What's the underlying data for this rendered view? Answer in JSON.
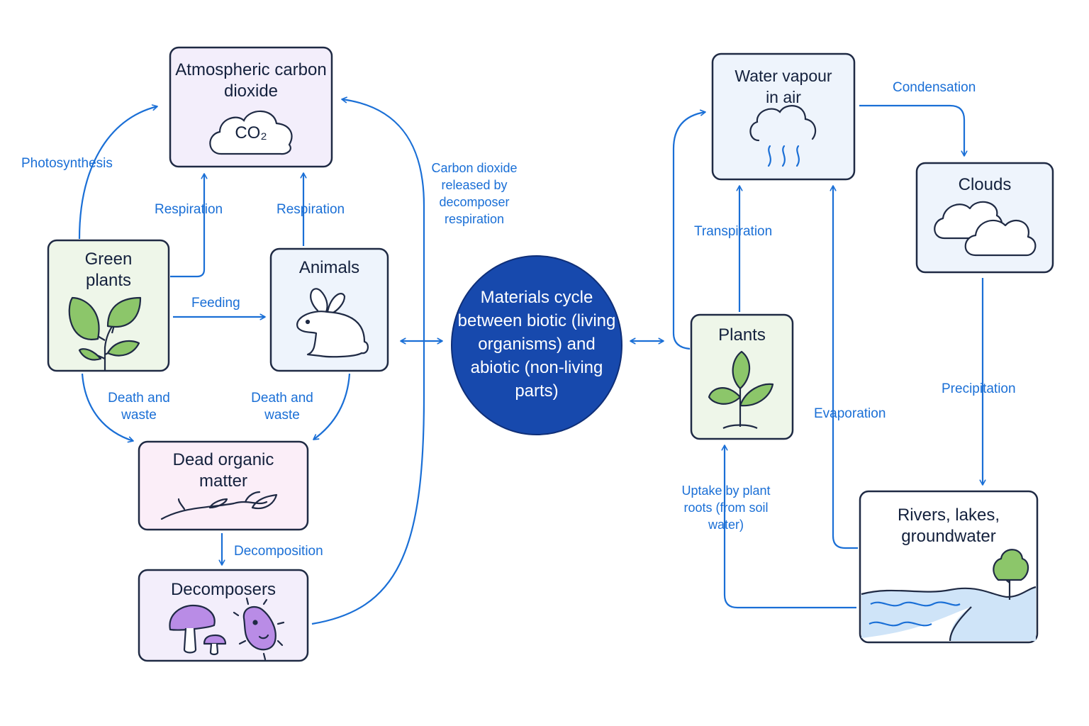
{
  "colors": {
    "arrow": "#1a6fd6",
    "outline": "#1f2a44",
    "center_fill": "#1749ad",
    "purple_fill": "#f3eefb",
    "green_fill": "#eef6e9",
    "blue_fill": "#eef4fc",
    "pink_fill": "#fbeef8",
    "leaf": "#8cc66a",
    "decomposer": "#b98ce6",
    "water": "#cfe4f8"
  },
  "center": {
    "text": "Materials cycle between biotic (living organisms) and abiotic (non-living parts)"
  },
  "carbon": {
    "atmospheric": {
      "title": "Atmospheric carbon dioxide",
      "formula": "CO₂"
    },
    "green_plants": {
      "title": "Green plants"
    },
    "animals": {
      "title": "Animals"
    },
    "dead_matter": {
      "title": "Dead organic matter"
    },
    "decomposers": {
      "title": "Decomposers"
    },
    "labels": {
      "photosynthesis": "Photosynthesis",
      "respiration_plants": "Respiration",
      "respiration_animals": "Respiration",
      "feeding": "Feeding",
      "death_plants": "Death and waste",
      "death_animals": "Death and waste",
      "decomposition": "Decomposition",
      "decomposer_release": "Carbon dioxide released by decomposer respiration"
    }
  },
  "water": {
    "vapour": {
      "title": "Water vapour in air"
    },
    "clouds": {
      "title": "Clouds"
    },
    "plants": {
      "title": "Plants"
    },
    "rivers": {
      "title": "Rivers, lakes, groundwater"
    },
    "labels": {
      "condensation": "Condensation",
      "transpiration": "Transpiration",
      "precipitation": "Precipitation",
      "evaporation": "Evaporation",
      "uptake": "Uptake by plant roots (from soil water)"
    }
  },
  "icons": [
    "cloud-icon",
    "leaf-sprout-icon",
    "rabbit-icon",
    "twig-icon",
    "mushroom-icon",
    "microbe-icon",
    "rain-cloud-icon",
    "tree-icon",
    "wave-icon"
  ]
}
